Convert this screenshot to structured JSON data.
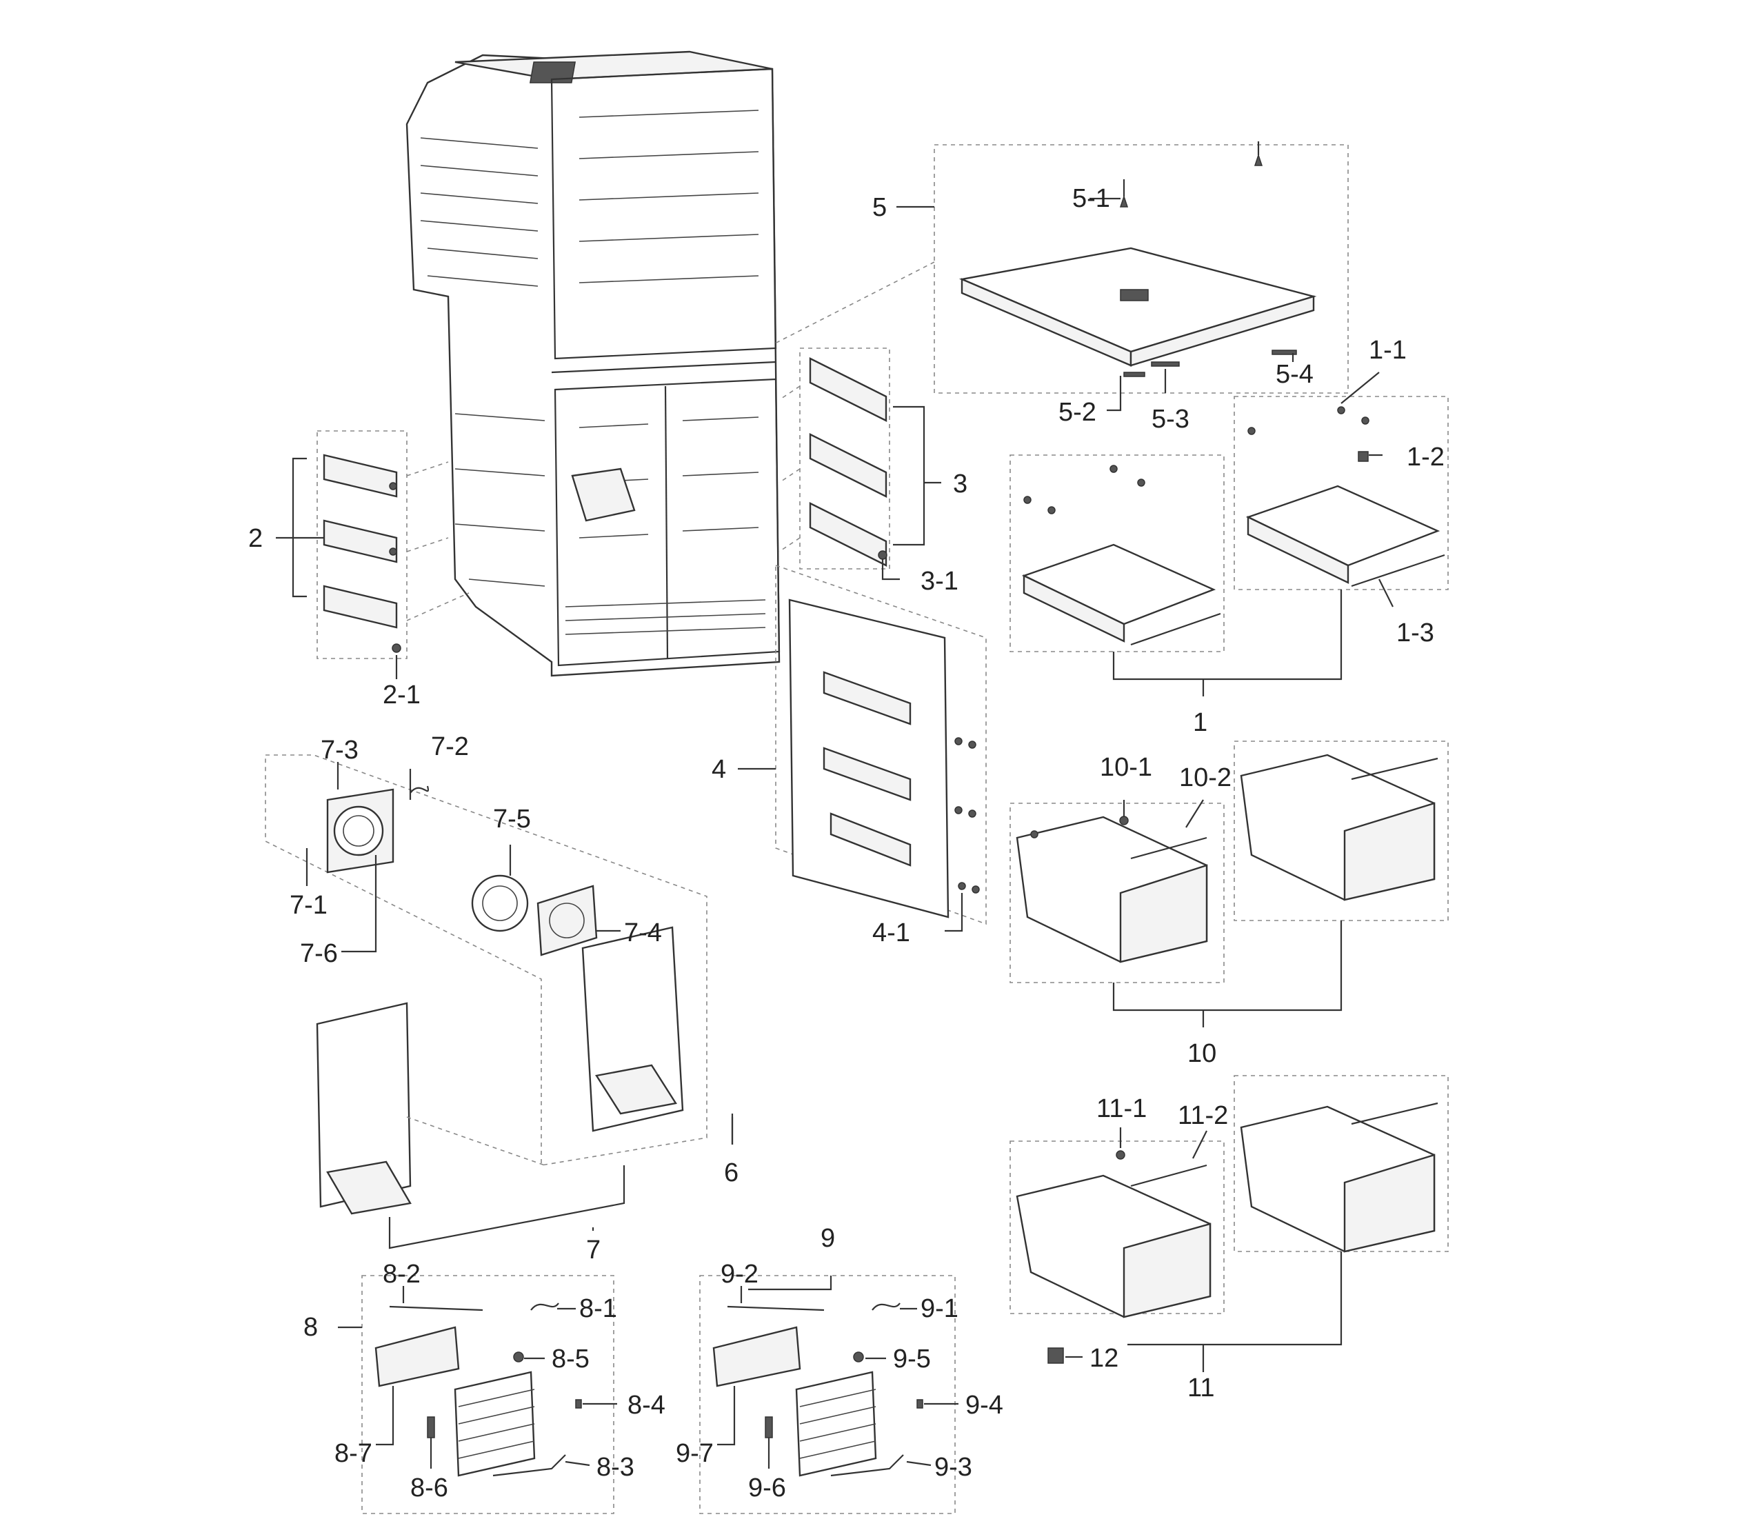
{
  "labels": {
    "l1": "1",
    "l1_1": "1-1",
    "l1_2": "1-2",
    "l1_3": "1-3",
    "l2": "2",
    "l2_1": "2-1",
    "l3": "3",
    "l3_1": "3-1",
    "l4": "4",
    "l4_1": "4-1",
    "l5": "5",
    "l5_1": "5-1",
    "l5_2": "5-2",
    "l5_3": "5-3",
    "l5_4": "5-4",
    "l6": "6",
    "l7": "7",
    "l7_1": "7-1",
    "l7_2": "7-2",
    "l7_3": "7-3",
    "l7_4": "7-4",
    "l7_5": "7-5",
    "l7_6": "7-6",
    "l8": "8",
    "l8_1": "8-1",
    "l8_2": "8-2",
    "l8_3": "8-3",
    "l8_4": "8-4",
    "l8_5": "8-5",
    "l8_6": "8-6",
    "l8_7": "8-7",
    "l9": "9",
    "l9_1": "9-1",
    "l9_2": "9-2",
    "l9_3": "9-3",
    "l9_4": "9-4",
    "l9_5": "9-5",
    "l9_6": "9-6",
    "l9_7": "9-7",
    "l10": "10",
    "l10_1": "10-1",
    "l10_2": "10-2",
    "l11": "11",
    "l11_1": "11-1",
    "l11_2": "11-2",
    "l12": "12"
  }
}
